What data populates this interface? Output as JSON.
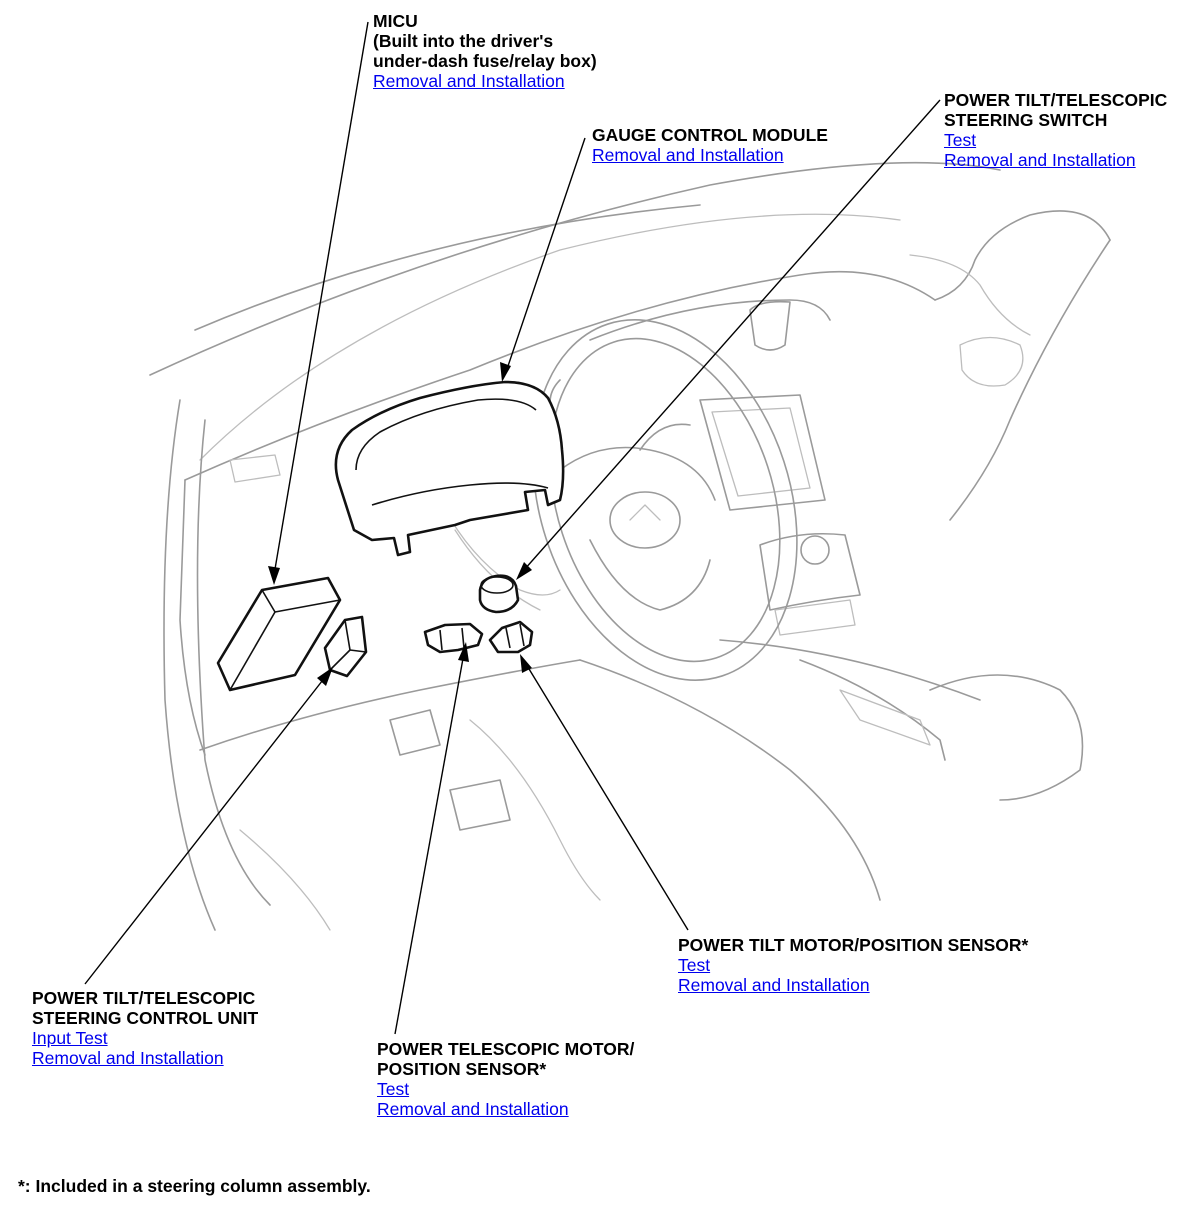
{
  "callouts": {
    "micu": {
      "title_lines": [
        "MICU",
        "(Built into the driver's",
        "under-dash fuse/relay box)"
      ],
      "links": [
        "Removal and Installation"
      ]
    },
    "gauge_control_module": {
      "title_lines": [
        "GAUGE CONTROL MODULE"
      ],
      "links": [
        "Removal and Installation"
      ]
    },
    "steering_switch": {
      "title_lines": [
        "POWER TILT/TELESCOPIC",
        "STEERING SWITCH"
      ],
      "links": [
        "Test",
        "Removal and Installation"
      ]
    },
    "tilt_motor": {
      "title_lines": [
        "POWER TILT MOTOR/POSITION SENSOR*"
      ],
      "links": [
        "Test",
        "Removal and Installation"
      ]
    },
    "control_unit": {
      "title_lines": [
        "POWER TILT/TELESCOPIC",
        "STEERING CONTROL UNIT"
      ],
      "links": [
        "Input Test",
        "Removal and Installation"
      ]
    },
    "telescopic_motor": {
      "title_lines": [
        "POWER TELESCOPIC MOTOR/",
        "POSITION SENSOR*"
      ],
      "links": [
        "Test",
        "Removal and Installation"
      ]
    }
  },
  "footnote": "*: Included in a steering column assembly."
}
